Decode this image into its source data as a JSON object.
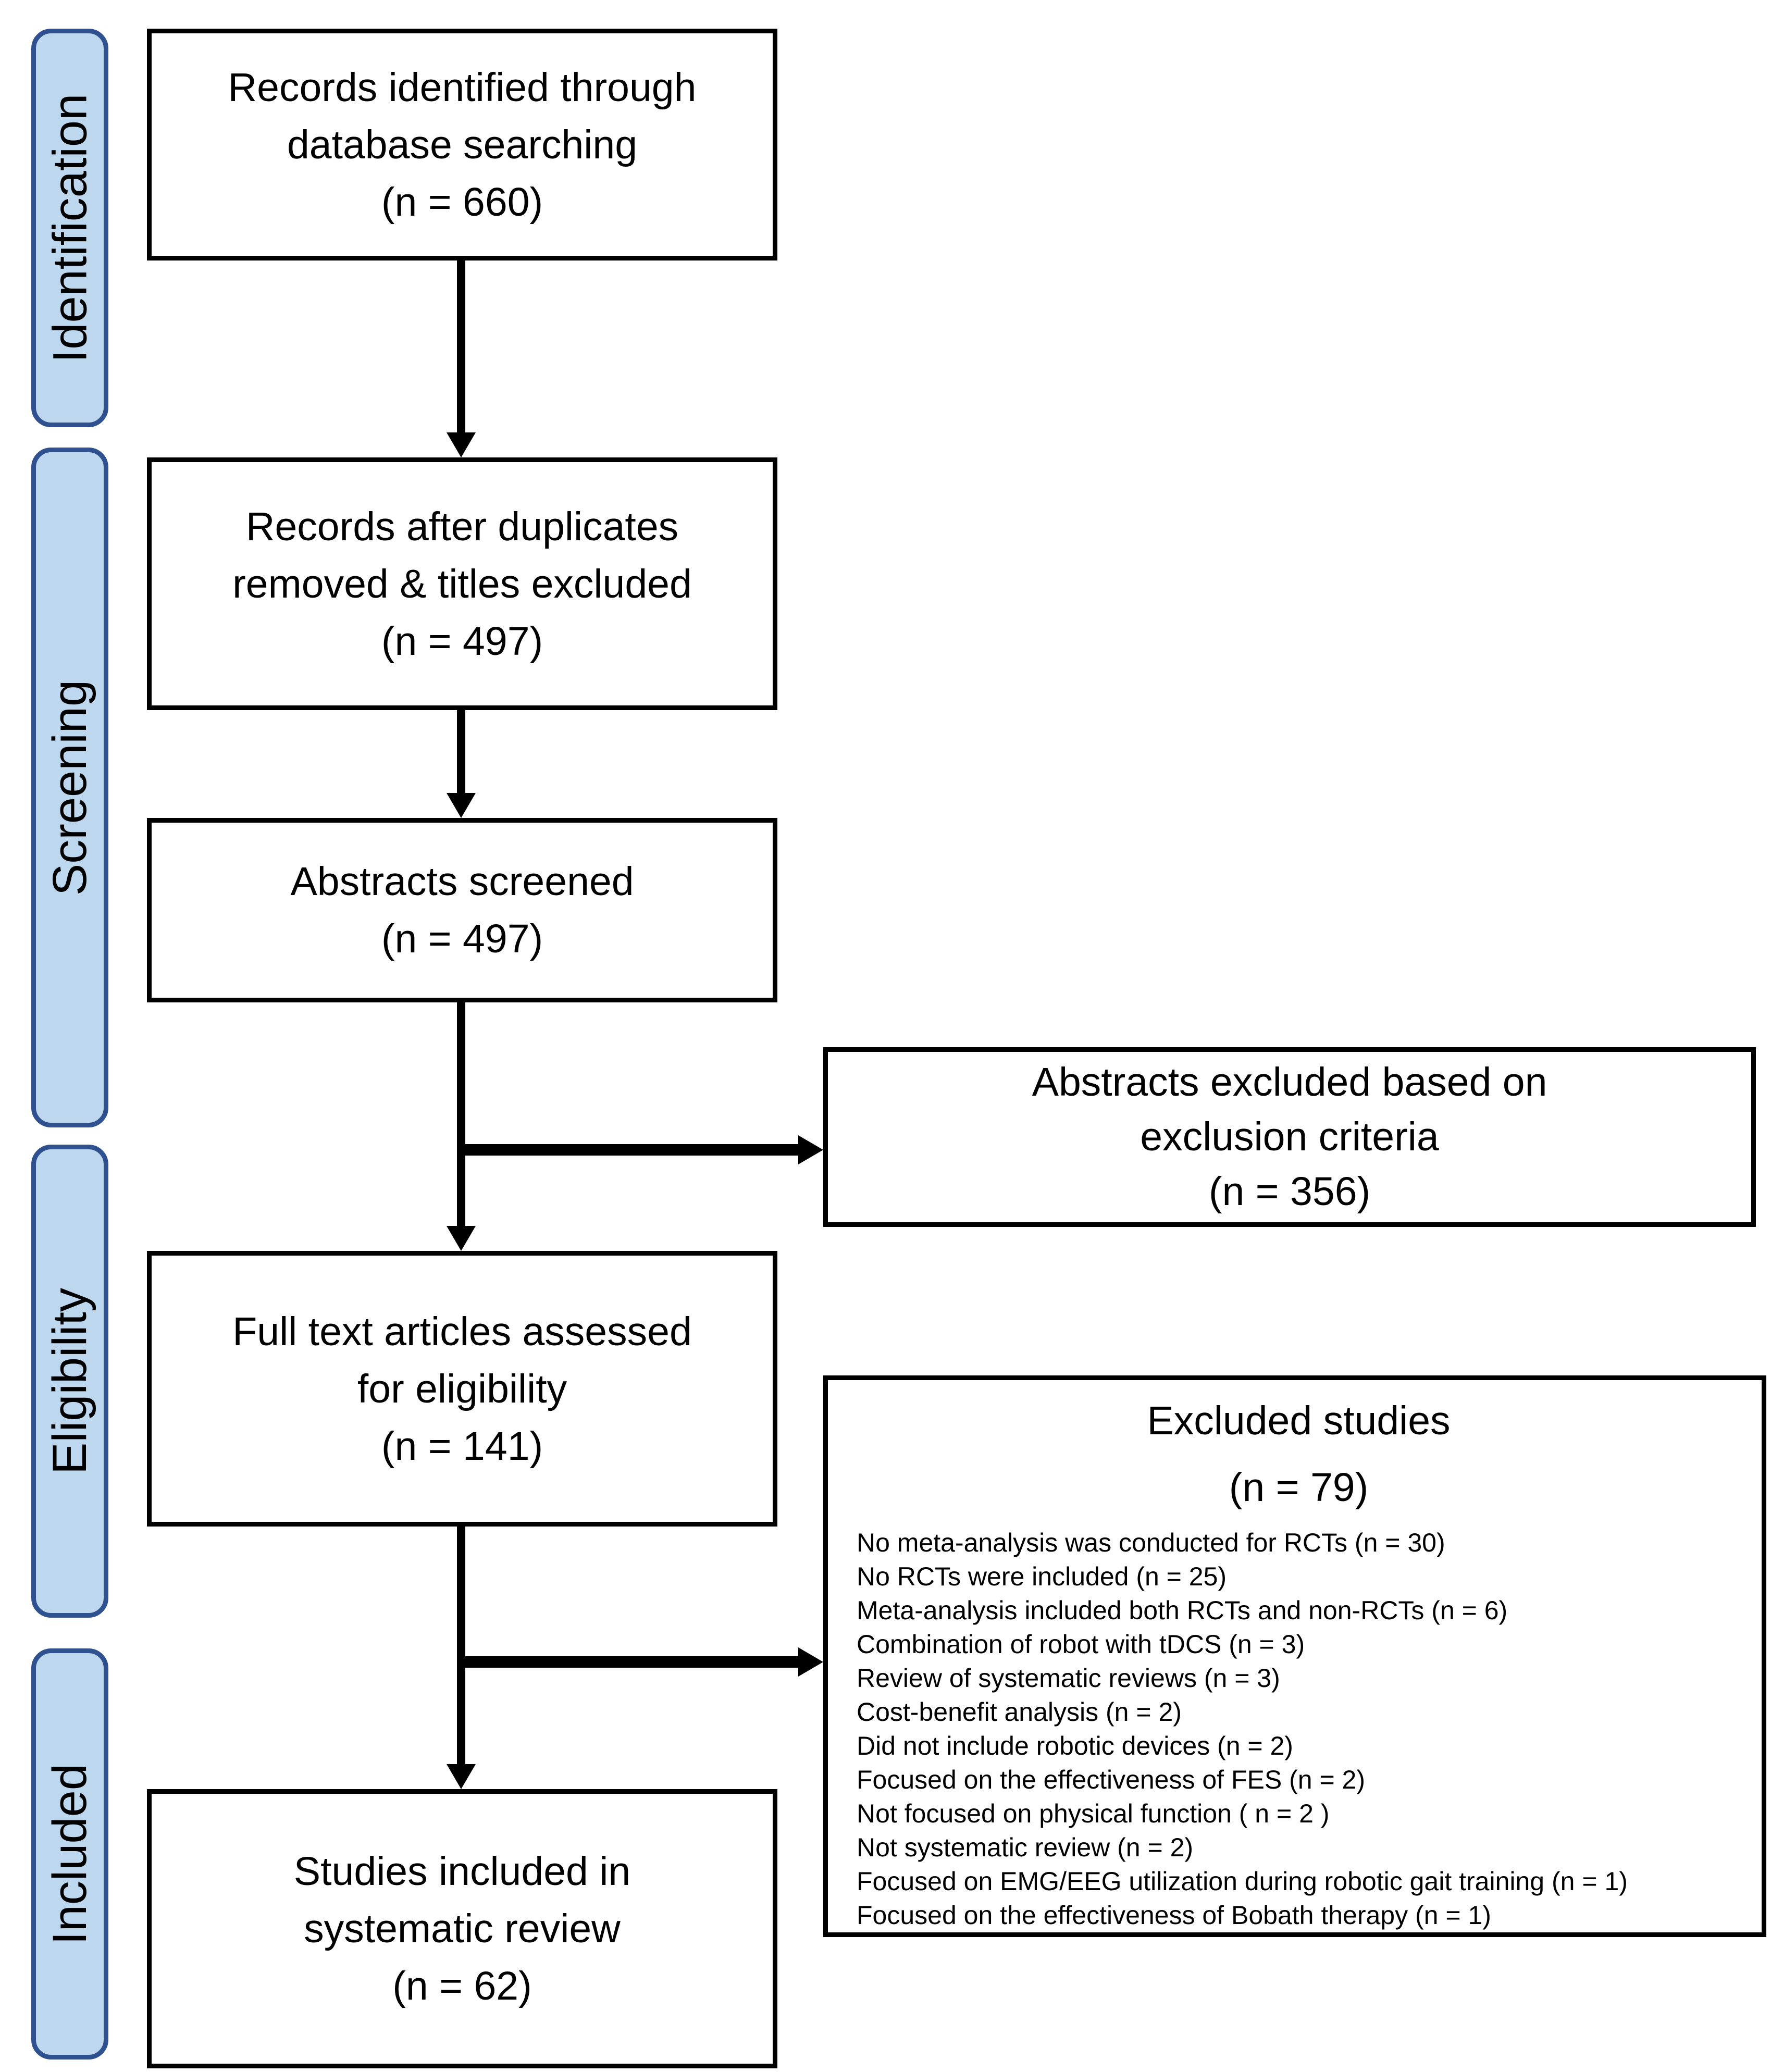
{
  "colors": {
    "stage_fill": "#BDD7EE",
    "stage_border": "#30518F",
    "box_border": "#000000",
    "arrow": "#000000",
    "background": "#FFFFFF"
  },
  "stages": [
    {
      "label": "Identification"
    },
    {
      "label": "Screening"
    },
    {
      "label": "Eligibility"
    },
    {
      "label": "Included"
    }
  ],
  "flow_boxes": [
    {
      "lines": [
        "Records identified through",
        "database searching",
        "(n = 660)"
      ]
    },
    {
      "lines": [
        "Records after duplicates",
        "removed & titles excluded",
        "(n = 497)"
      ]
    },
    {
      "lines": [
        "Abstracts screened",
        "(n = 497)"
      ]
    },
    {
      "lines": [
        "Full text articles assessed",
        "for eligibility",
        "(n = 141)"
      ]
    },
    {
      "lines": [
        "Studies included in",
        "systematic review",
        "(n = 62)"
      ]
    }
  ],
  "side_boxes": [
    {
      "lines": [
        "Abstracts excluded based on",
        "exclusion criteria",
        "(n = 356)"
      ]
    },
    {
      "title_lines": [
        "Excluded studies",
        "(n = 79)"
      ],
      "items": [
        "No meta-analysis was conducted for RCTs (n = 30)",
        "No RCTs were included (n = 25)",
        "Meta-analysis included both RCTs and non-RCTs (n = 6)",
        "Combination of robot with tDCS (n = 3)",
        "Review of systematic reviews (n = 3)",
        "Cost-benefit analysis (n = 2)",
        "Did not include robotic devices (n = 2)",
        "Focused on the effectiveness of FES (n = 2)",
        "Not focused on physical function ( n = 2 )",
        "Not systematic review (n = 2)",
        "Focused on EMG/EEG utilization during robotic gait training (n = 1)",
        "Focused on the effectiveness of Bobath therapy (n = 1)"
      ]
    }
  ]
}
